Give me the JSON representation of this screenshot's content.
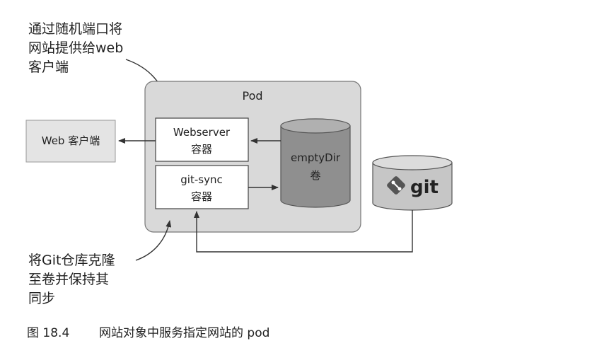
{
  "annotation_top": [
    "通过随机端口将",
    "网站提供给web",
    "客户端"
  ],
  "annotation_bottom": [
    "将Git仓库克隆",
    "至卷并保持其",
    "同步"
  ],
  "pod_label": "Pod",
  "web_client_label": "Web 客户端",
  "webserver": {
    "line1": "Webserver",
    "line2": "容器"
  },
  "gitsync": {
    "line1": "git-sync",
    "line2": "容器"
  },
  "volume": {
    "line1": "emptyDir",
    "line2": "卷"
  },
  "git_logo_text": "git",
  "caption": {
    "number": "图 18.4",
    "text": "网站对象中服务指定网站的 pod"
  },
  "colors": {
    "pod_bg": "#d9d9d9",
    "volume_bg": "#8f8f8f",
    "git_bg": "#c6c6c6",
    "client_bg": "#e4e4e4",
    "git_logo": "#555555"
  }
}
